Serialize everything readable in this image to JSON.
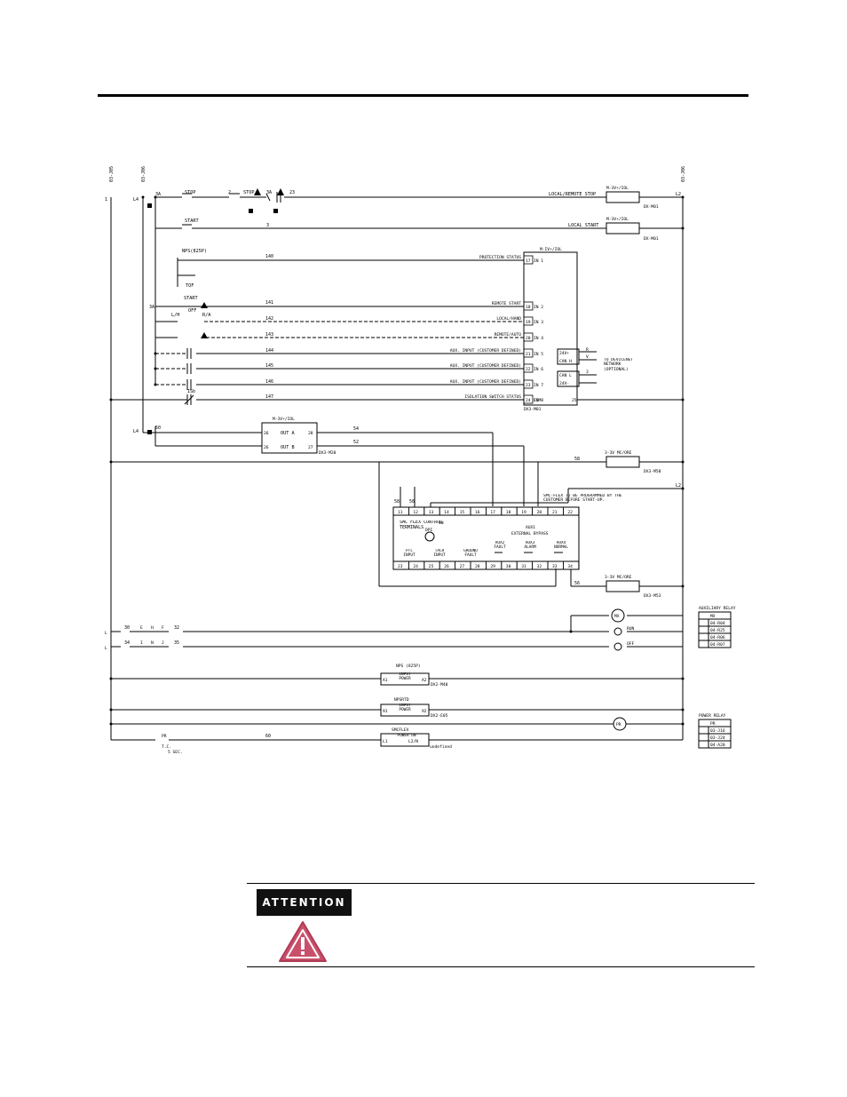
{
  "rails": {
    "rail1": "03-J05",
    "rail2": "03-J06",
    "rail_right": "03-J06"
  },
  "rung_labels": {
    "l4_a": "L4",
    "l4_b": "L4",
    "l2_a": "L2",
    "l2_b": "L2",
    "one": "1",
    "three_a": "3A",
    "three_a2": "3A"
  },
  "controls": {
    "stop1": "STOP",
    "stop2": "STOP",
    "start1": "START",
    "start2": "START",
    "off": "OFF",
    "lh": "L/H",
    "ra": "R/A",
    "nps": "NPS(825P)",
    "tof": "TOF",
    "w2": "2",
    "w3a": "3A",
    "w23": "23",
    "w3": "3",
    "isb": "ISb"
  },
  "wires": {
    "w140": "140",
    "w141": "141",
    "w142": "142",
    "w143": "143",
    "w144": "144",
    "w145": "145",
    "w146": "146",
    "w147": "147",
    "w50": "50",
    "w54": "54",
    "w52": "52",
    "w58": "58",
    "w56": "56",
    "w30": "30",
    "w34": "34",
    "w35": "35",
    "w60": "60",
    "w32": "32",
    "w58b": "58",
    "w56b": "56"
  },
  "module_top": {
    "title": "M-3V+/IOL",
    "label": "LOCAL/REMOTE STOP",
    "ref": "DX-M01"
  },
  "module_top2": {
    "title": "M-3V+/IOL",
    "label": "LOCAL START",
    "ref": "DX-M01"
  },
  "io_block": {
    "title": "M-IV+/IOL",
    "pins": [
      {
        "num": "17",
        "label": "IN 1",
        "signal": "PROTECTION STATUS"
      },
      {
        "num": "18",
        "label": "IN 2",
        "signal": "REMOTE START"
      },
      {
        "num": "19",
        "label": "IN 3",
        "signal": "LOCAL/HAND"
      },
      {
        "num": "20",
        "label": "IN 4",
        "signal": "REMOTE/AUTO"
      },
      {
        "num": "21",
        "label": "IN 5",
        "signal": "AUX. INPUT (CUSTOMER DEFINED)"
      },
      {
        "num": "22",
        "label": "IN 6",
        "signal": "AUX. INPUT (CUSTOMER DEFINED)"
      },
      {
        "num": "23",
        "label": "IN 7",
        "signal": "AUX. INPUT (CUSTOMER DEFINED)"
      },
      {
        "num": "24",
        "label": "IN 8",
        "signal": "ISOLATION SWITCH STATUS"
      }
    ],
    "com_label": "COM",
    "com_num": "25",
    "ref": "DX3-M01",
    "devicenet": [
      "24V+",
      "CAN H",
      "CAN L",
      "24V-"
    ],
    "network_label": "TO DEVICENET NETWORK (OPTIONAL)",
    "net_r": "R",
    "net_v": "V",
    "net_3": "3"
  },
  "out_block": {
    "title": "M-3V+/IOL",
    "out_a": "OUT A",
    "out_b": "OUT B",
    "pin_a1": "26",
    "pin_a2": "28",
    "pin_b1": "26",
    "pin_b2": "27",
    "ref": "DX3-M20"
  },
  "mc_top": {
    "title": "3-3V MC/ORE",
    "ref": "DX3-M50"
  },
  "mc_bot": {
    "title": "3-3V MC/ORE",
    "ref": "DX3-M53"
  },
  "smc": {
    "note": "SMC-FLEX TO BE PROGRAMMED BY THE CUSTOMER BEFORE START-UP.",
    "title": "SMC FLEX CONTROL TERMINALS",
    "top_pins": [
      "11",
      "12",
      "13",
      "14",
      "15",
      "16",
      "17",
      "18",
      "19",
      "20",
      "21",
      "22"
    ],
    "bot_pins": [
      "23",
      "24",
      "25",
      "26",
      "27",
      "28",
      "29",
      "30",
      "31",
      "32",
      "33",
      "34"
    ],
    "in_label": "IN",
    "aux1": "AUX1",
    "ext_bypass": "EXTERNAL BYPASS",
    "dpi": "DPI",
    "ptc": "PTC INPUT",
    "tach": "TACH INPUT",
    "ground": "GROUND FAULT",
    "aux2": "AUX2 FAULT",
    "aux3": "AUX3 ALARM",
    "aux4": "AUX4 NORMAL"
  },
  "lower": {
    "mx": "MX",
    "run": "RUN",
    "off": "OFF",
    "pr": "PR",
    "nps_relay": "NPS (825P)",
    "input_power": "INPUT POWER",
    "npsrtd": "NPSRTD",
    "input_power2": "INPUT POWER",
    "smcflex": "SMCFLEX",
    "power_on": "POWER ON",
    "l1": "L1",
    "l2n": "L2/N",
    "ref1": "DX2-M40",
    "ref2": "DX2-E05",
    "pr_timer": "PR",
    "t_c": "T.C.",
    "sec": "5 SEC.",
    "pin_a1": "A1",
    "pin_a2": "A2",
    "pin_91": "91",
    "pin_92": "92",
    "pin_l1": "L1",
    "pin_l2": "L2/N",
    "undef": "undefined",
    "e_label": "E",
    "h_label": "H",
    "f_label": "F",
    "i_label": "I",
    "n_label": "N",
    "j_label": "J",
    "l_a": "L",
    "l_b": "L"
  },
  "aux_relay": {
    "title": "AUXILIARY RELAY",
    "head": "MX",
    "rows": [
      "04-R04",
      "04-R25",
      "04-R06",
      "04-R07"
    ]
  },
  "power_relay": {
    "title": "POWER RELAY",
    "head": "PR",
    "rows": [
      "03-J16",
      "03-J24",
      "04-A20"
    ]
  },
  "attention": {
    "badge": "ATTENTION"
  }
}
